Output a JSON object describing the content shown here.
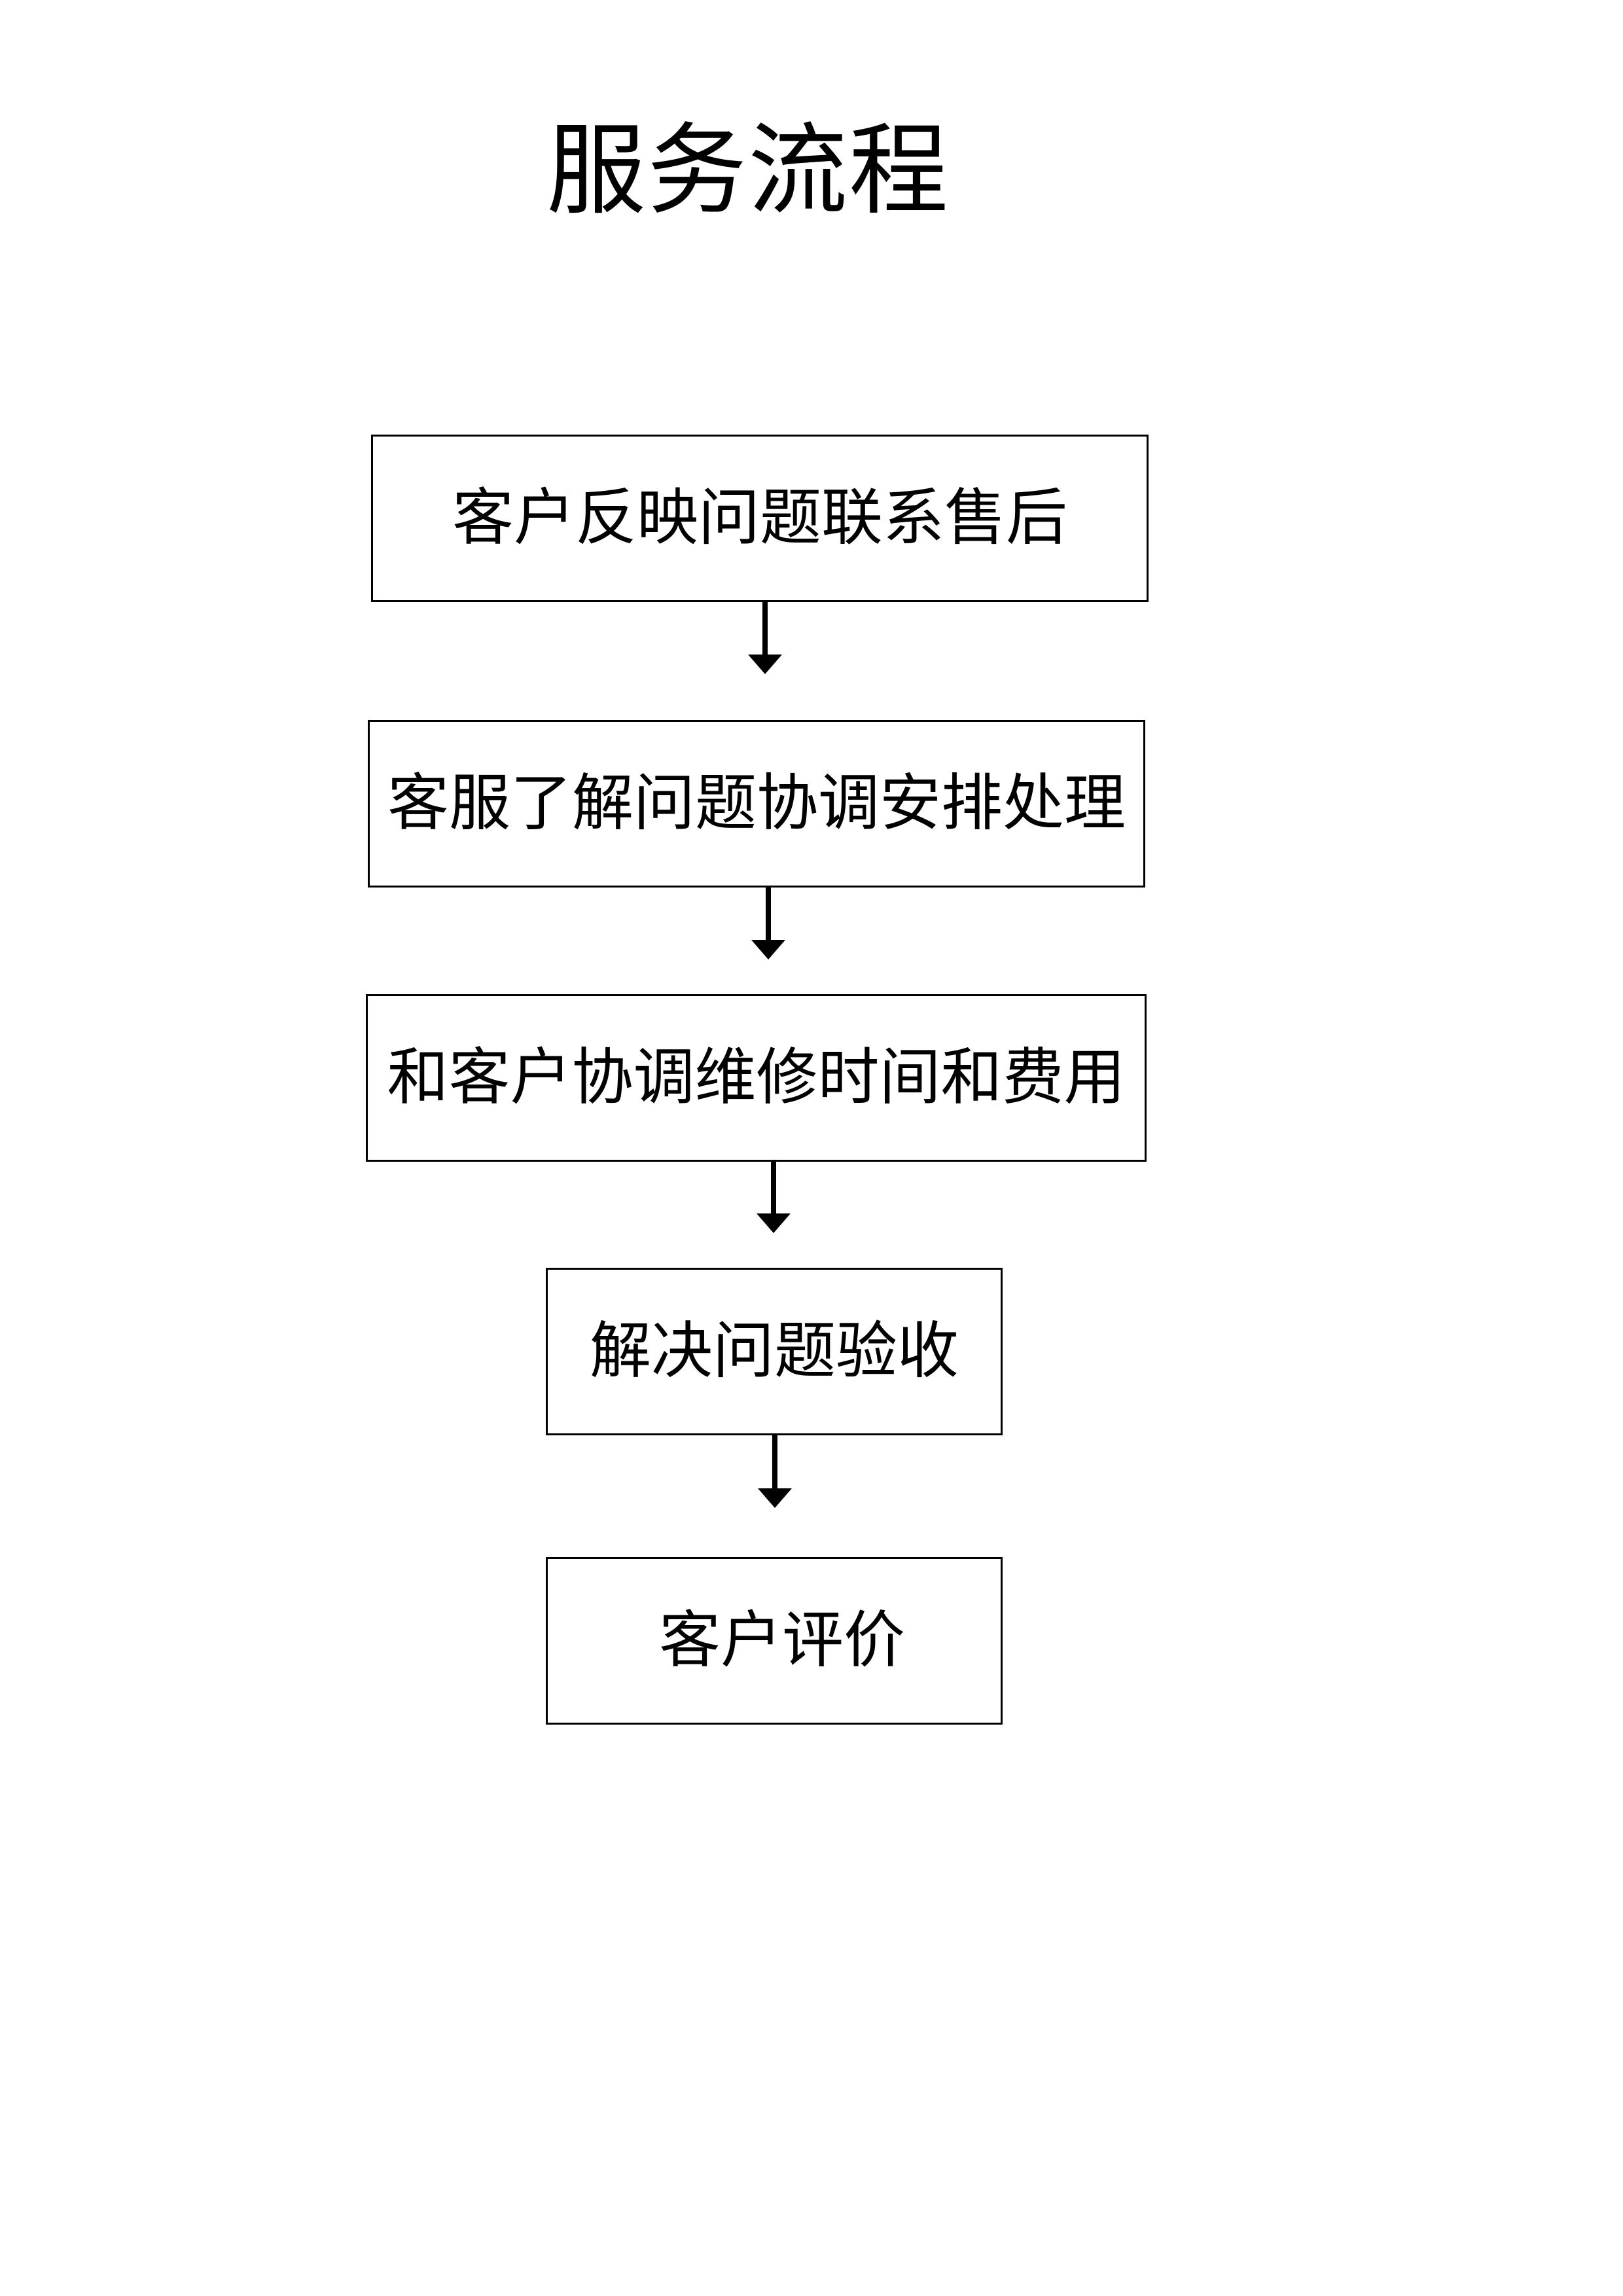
{
  "title": "服务流程",
  "steps": [
    {
      "label": "客户反映问题联系售后"
    },
    {
      "label": "客服了解问题协调安排处理"
    },
    {
      "label": "和客户协调维修时间和费用"
    },
    {
      "label": "解决问题验收"
    },
    {
      "label": "客户评价"
    }
  ],
  "colors": {
    "line": "#000000",
    "background": "#ffffff"
  }
}
